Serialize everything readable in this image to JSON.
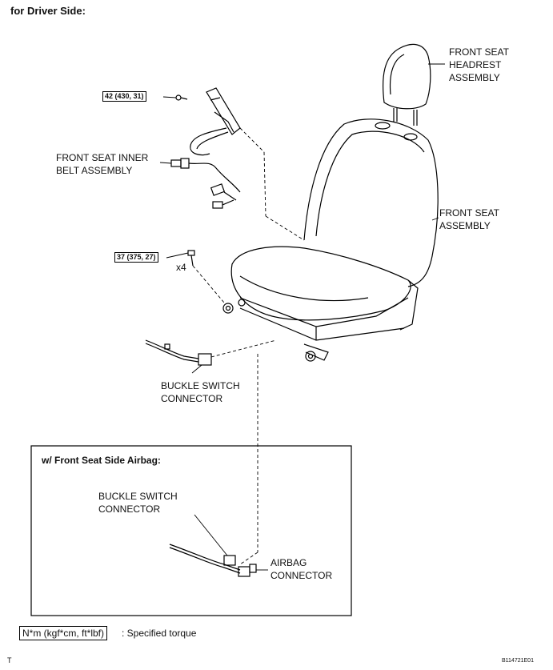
{
  "header": {
    "title": "for Driver Side:"
  },
  "parts": {
    "headrest": [
      "FRONT SEAT",
      "HEADREST",
      "ASSEMBLY"
    ],
    "inner_belt": [
      "FRONT SEAT INNER",
      "BELT ASSEMBLY"
    ],
    "seat": [
      "FRONT SEAT",
      "ASSEMBLY"
    ],
    "buckle_switch": [
      "BUCKLE SWITCH",
      "CONNECTOR"
    ],
    "inset_buckle_switch": [
      "BUCKLE SWITCH",
      "CONNECTOR"
    ],
    "airbag": [
      "AIRBAG",
      "CONNECTOR"
    ]
  },
  "torques": {
    "belt_bolt": "42 (430, 31)",
    "seat_bolt": "37 (375, 27)",
    "seat_bolt_qty": "x4"
  },
  "inset": {
    "title": "w/ Front Seat Side Airbag:"
  },
  "legend": {
    "unit_box": "N*m (kgf*cm, ft*lbf)",
    "text": ": Specified torque"
  },
  "footer": {
    "corner_mark": "T",
    "figure_id": "B114721E01"
  }
}
